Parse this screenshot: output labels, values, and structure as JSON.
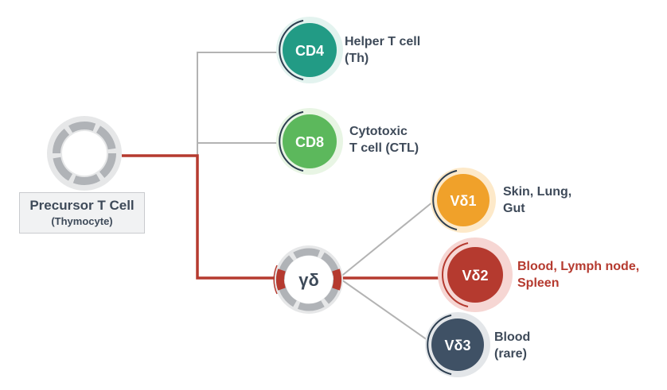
{
  "precursor": {
    "title": "Precursor T Cell",
    "subtitle": "(Thymocyte)"
  },
  "nodes": {
    "cd4": {
      "label": "CD4",
      "desc1": "Helper T cell",
      "desc2": "(Th)",
      "color": "#229b85"
    },
    "cd8": {
      "label": "CD8",
      "desc1": "Cytotoxic",
      "desc2": "T cell (CTL)",
      "color": "#5cb85c"
    },
    "gd": {
      "label": "γδ"
    },
    "vd1": {
      "label": "Vδ1",
      "desc1": "Skin, Lung,",
      "desc2": "Gut",
      "color": "#f0a12a"
    },
    "vd2": {
      "label": "Vδ2",
      "desc1": "Blood, Lymph node,",
      "desc2": "Spleen",
      "color": "#b53a2f"
    },
    "vd3": {
      "label": "Vδ3",
      "desc1": "Blood",
      "desc2": "(rare)",
      "color": "#3f5165"
    }
  },
  "colors": {
    "highlight": "#b53a2f",
    "connector": "#aaaaaa",
    "text": "#3e4a59",
    "ring": "#b0b3b7"
  }
}
